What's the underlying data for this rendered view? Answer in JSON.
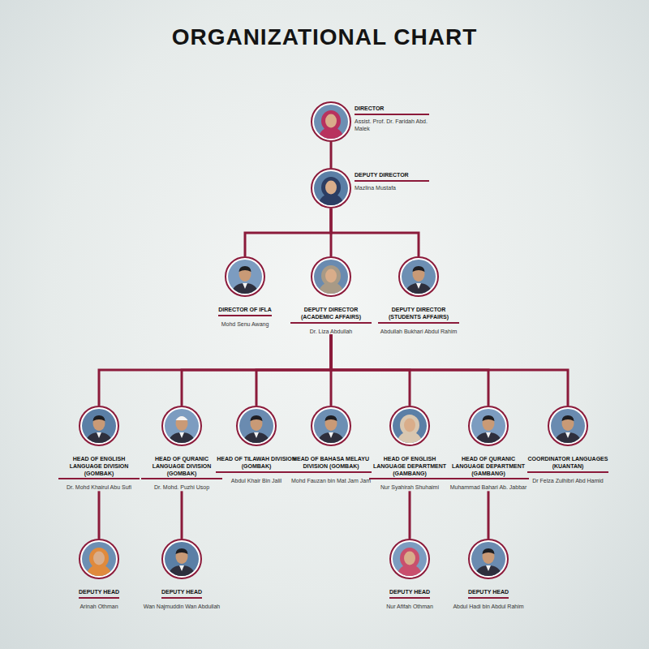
{
  "diagram": {
    "title": "ORGANIZATIONAL CHART",
    "nodes": [
      {
        "text": [
          "DIRECTOR",
          "Assist. Prof. Dr. Faridah Abd. Malek"
        ]
      },
      {
        "text": [
          "DEPUTY DIRECTOR",
          "Mazlina Mustafa"
        ]
      },
      {
        "text": [
          "DIRECTOR OF IFLA",
          "Mohd Senu Awang"
        ]
      },
      {
        "text": [
          "DEPUTY DIRECTOR (ACADEMIC AFFAIRS)",
          "Dr. Liza Abdullah"
        ]
      },
      {
        "text": [
          "DEPUTY DIRECTOR (STUDENTS AFFAIRS)",
          "Abdullah Bukhari Abdul Rahim"
        ]
      },
      {
        "text": [
          "HEAD OF ENGLISH LANGUAGE DIVISION (GOMBAK)",
          "Dr. Mohd Khairul Abu Sufi"
        ]
      },
      {
        "text": [
          "HEAD OF QURANIC LANGUAGE DIVISION (GOMBAK)",
          "Dr. Mohd. Puzhi Usop"
        ]
      },
      {
        "text": [
          "HEAD OF TILAWAH DIVISION (GOMBAK)",
          "Abdul Khair Bin Jalil"
        ]
      },
      {
        "text": [
          "HEAD OF BAHASA MELAYU DIVISION (GOMBAK)",
          "Mohd Fauzan bin Mat Jam Jam"
        ]
      },
      {
        "text": [
          "HEAD OF ENGLISH LANGUAGE DEPARTMENT (GAMBANG)",
          "Nur Syahirah Shuhaimi"
        ]
      },
      {
        "text": [
          "HEAD OF QURANIC LANGUAGE DEPARTMENT (GAMBANG)",
          "Muhammad Bahari Ab. Jabbar"
        ]
      },
      {
        "text": [
          "COORDINATOR LANGUAGES (KUANTAN)",
          "Dr Felza Zulhibri Abd Hamid"
        ]
      },
      {
        "text": [
          "DEPUTY HEAD",
          "Arinah Othman"
        ]
      },
      {
        "text": [
          "DEPUTY HEAD",
          "Wan Najmuddin Wan Abdullah"
        ]
      },
      {
        "text": [
          "DEPUTY HEAD",
          "Nur Afifah Othman"
        ]
      },
      {
        "text": [
          "DEPUTY HEAD",
          "Abdul Hadi bin Abdul Rahim"
        ]
      }
    ],
    "edges": [
      {
        "from": 0,
        "to": 1,
        "arrow": "none"
      },
      {
        "from": 1,
        "to": 2,
        "arrow": "none"
      },
      {
        "from": 1,
        "to": 3,
        "arrow": "none"
      },
      {
        "from": 1,
        "to": 4,
        "arrow": "none"
      },
      {
        "from": 3,
        "to": 5,
        "arrow": "none"
      },
      {
        "from": 3,
        "to": 6,
        "arrow": "none"
      },
      {
        "from": 3,
        "to": 7,
        "arrow": "none"
      },
      {
        "from": 3,
        "to": 8,
        "arrow": "none"
      },
      {
        "from": 3,
        "to": 9,
        "arrow": "none"
      },
      {
        "from": 3,
        "to": 10,
        "arrow": "none"
      },
      {
        "from": 3,
        "to": 11,
        "arrow": "none"
      },
      {
        "from": 5,
        "to": 12,
        "arrow": "none"
      },
      {
        "from": 6,
        "to": 13,
        "arrow": "none"
      },
      {
        "from": 9,
        "to": 14,
        "arrow": "none"
      },
      {
        "from": 10,
        "to": 15,
        "arrow": "none"
      }
    ]
  }
}
